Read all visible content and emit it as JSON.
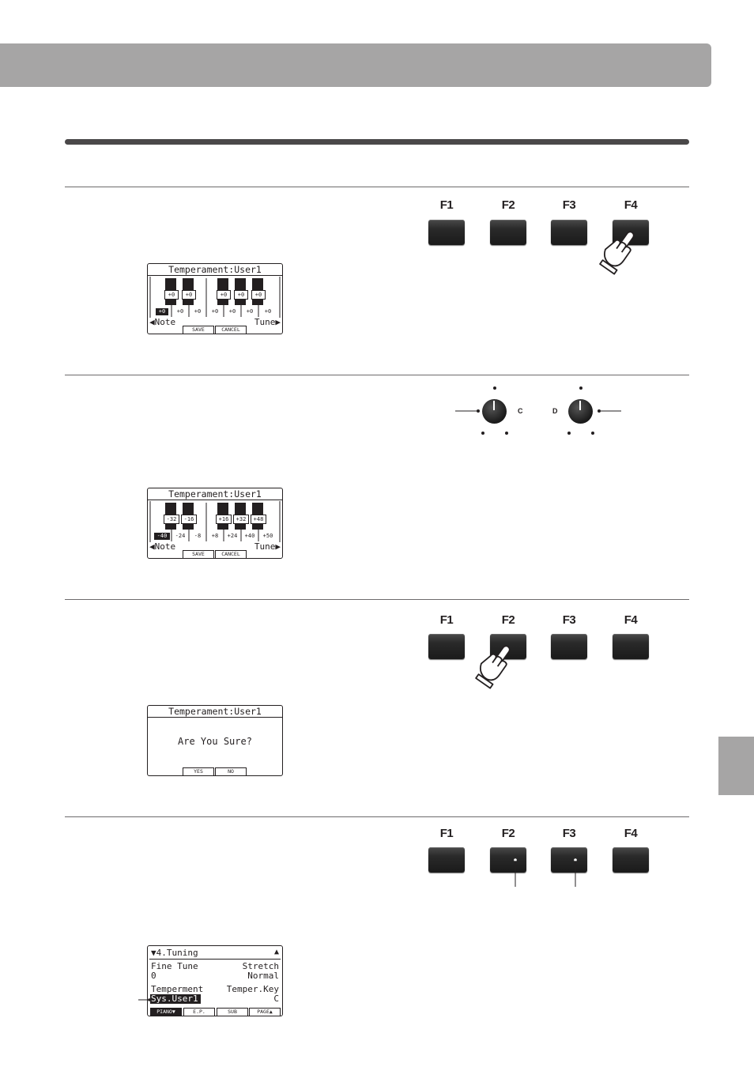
{
  "sections": [
    {
      "buttons": [
        "F1",
        "F2",
        "F3",
        "F4"
      ],
      "pressed": "F4"
    },
    {
      "knob_left_label": "C",
      "knob_right_label": "D"
    },
    {
      "buttons": [
        "F1",
        "F2",
        "F3",
        "F4"
      ],
      "pressed": "F2"
    },
    {
      "buttons": [
        "F1",
        "F2",
        "F3",
        "F4"
      ],
      "pointers": [
        "F2",
        "F3"
      ]
    }
  ],
  "lcd1": {
    "title": "Temperament:User1",
    "upper": [
      "+0",
      "+0",
      "+0",
      "+0",
      "+0"
    ],
    "lower": [
      "+0",
      "+0",
      "+0",
      "+0",
      "+0",
      "+0",
      "+0"
    ],
    "left_nav": "◀Note",
    "right_nav": "Tune▶",
    "tabs": [
      "SAVE",
      "CANCEL"
    ]
  },
  "lcd2": {
    "title": "Temperament:User1",
    "upper": [
      "-32",
      "-16",
      "+16",
      "+32",
      "+48"
    ],
    "lower": [
      "-40",
      "-24",
      "-8",
      "+8",
      "+24",
      "+40",
      "+50"
    ],
    "left_nav": "◀Note",
    "right_nav": "Tune▶",
    "tabs": [
      "SAVE",
      "CANCEL"
    ]
  },
  "lcd3": {
    "title": "Temperament:User1",
    "message": "Are You Sure?",
    "tabs": [
      "YES",
      "NO"
    ]
  },
  "lcd4": {
    "header": "▼4.Tuning",
    "header_arrow": "▲",
    "fine_tune_label": "Fine Tune",
    "fine_tune_value": "0",
    "stretch_label": "Stretch",
    "stretch_value": "Normal",
    "temperament_label": "Temperment",
    "temperament_value": "Sys.User1",
    "temper_key_label": "Temper.Key",
    "temper_key_value": "C",
    "tabs": [
      "PIANO▼",
      "E.P.",
      "SUB",
      "PAGE▲"
    ]
  }
}
